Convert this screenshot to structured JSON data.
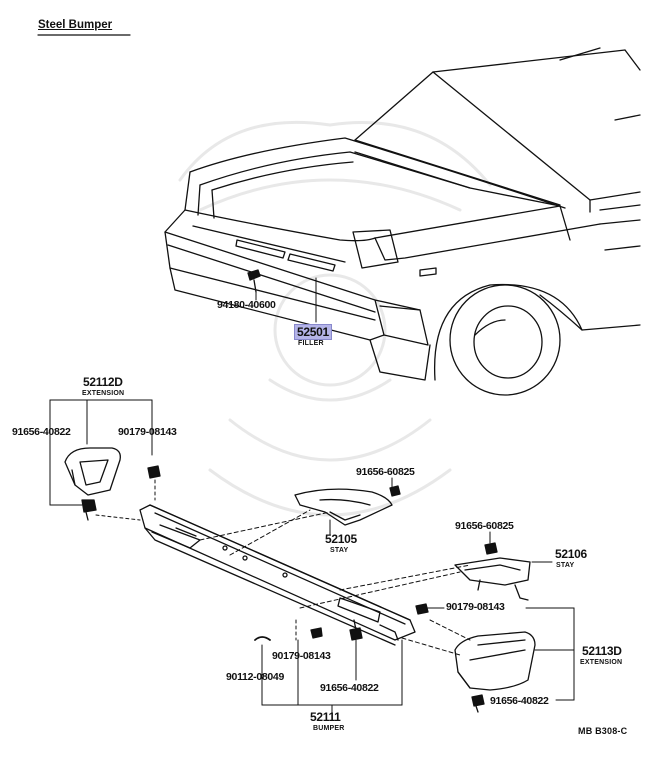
{
  "title": "Steel Bumper",
  "diagram_code": "MB B308-C",
  "parts": {
    "bolt_94180": "94180-40600",
    "filler": {
      "number": "52501",
      "name": "FILLER"
    },
    "ext_left": {
      "number": "52112D",
      "name": "EXTENSION"
    },
    "bolt_91656_left": "91656-40822",
    "nut_90179_left": "90179-08143",
    "bolt_91656_60825_a": "91656-60825",
    "stay_left": {
      "number": "52105",
      "name": "STAY"
    },
    "bolt_91656_60825_b": "91656-60825",
    "stay_right": {
      "number": "52106",
      "name": "STAY"
    },
    "nut_90179_right": "90179-08143",
    "ext_right": {
      "number": "52113D",
      "name": "EXTENSION"
    },
    "nut_90179_bottom": "90179-08143",
    "washer_90112": "90112-08049",
    "bolt_91656_bottom": "91656-40822",
    "bumper": {
      "number": "52111",
      "name": "BUMPER"
    },
    "bolt_91656_right": "91656-40822"
  }
}
